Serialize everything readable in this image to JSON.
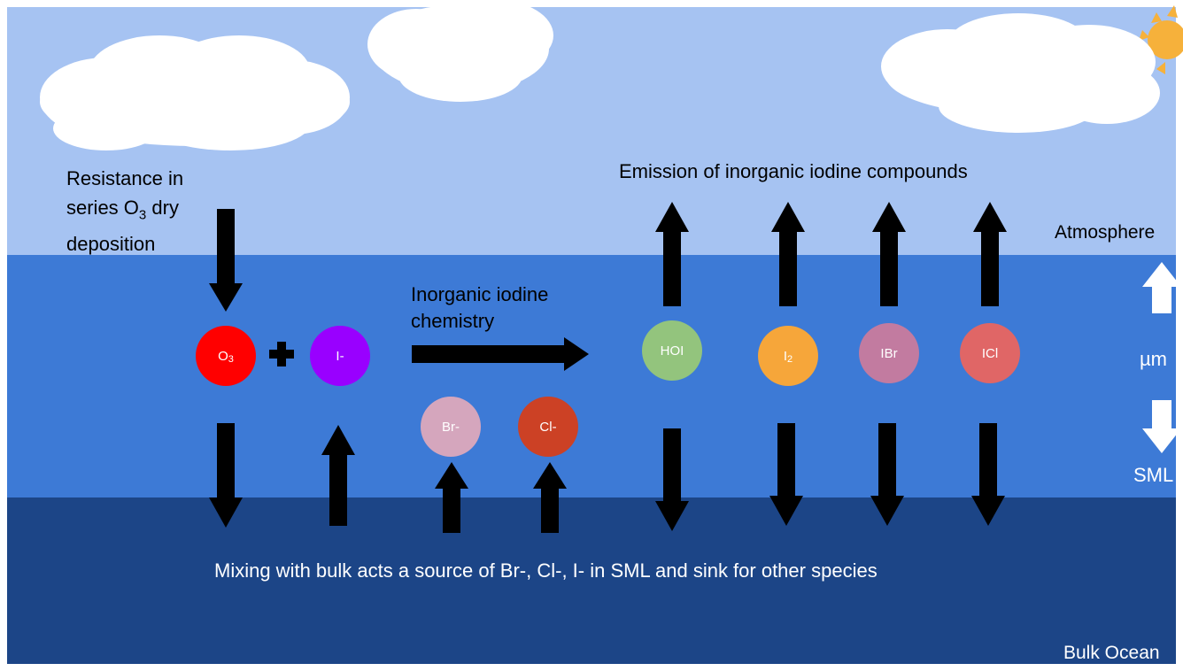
{
  "colors": {
    "sky": "#a6c3f2",
    "sml": "#3d7ad6",
    "bulk": "#1c4587",
    "arrow_dark": "#000000",
    "arrow_light": "#ffffff",
    "cloud": "#ffffff",
    "sun": "#f6b13b"
  },
  "labels": {
    "resistance_line1": "Resistance in",
    "resistance_line2_pre": "series O",
    "resistance_line2_sub": "3",
    "resistance_line2_post": " dry",
    "resistance_line3": "deposition",
    "emission": "Emission of inorganic iodine compounds",
    "chemistry_line1": "Inorganic iodine",
    "chemistry_line2": "chemistry",
    "mixing": "Mixing with bulk acts a source of Br-, Cl-, I- in SML and sink for other species",
    "atmosphere": "Atmosphere",
    "um": "µm",
    "sml": "SML",
    "bulk_ocean": "Bulk Ocean"
  },
  "species": {
    "o3": {
      "text": "O",
      "sub": "3",
      "color": "#ff0000"
    },
    "iminus": {
      "text": "I-",
      "color": "#9900ff"
    },
    "brminus": {
      "text": "Br-",
      "color": "#d5a6bd"
    },
    "clminus": {
      "text": "Cl-",
      "color": "#cc4125"
    },
    "hoi": {
      "text": "HOI",
      "color": "#93c47d"
    },
    "i2": {
      "text": "I",
      "sub": "2",
      "color": "#f6a63a"
    },
    "ibr": {
      "text": "IBr",
      "color": "#c27ba0"
    },
    "icl": {
      "text": "ICl",
      "color": "#e06666"
    }
  }
}
